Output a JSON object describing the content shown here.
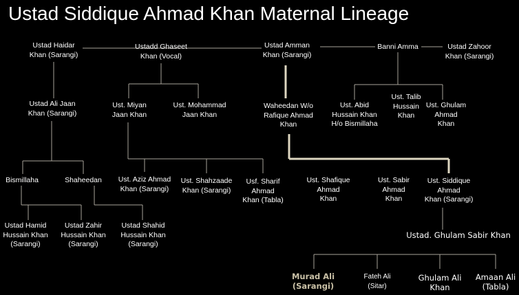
{
  "title": "Ustad Siddique Ahmad Khan Maternal Lineage",
  "colors": {
    "background": "#000000",
    "text": "#ffffff",
    "line": "#a9a49a",
    "highlight_line": "#ddd6c0",
    "highlight_text": "#c9c0a6"
  },
  "nodes": {
    "haidar": "Ustad Haidar\nKhan (Sarangi)",
    "ghaseet": "Ustadd Ghaseet\nKhan (Vocal)",
    "amman": "Ustad Amman\nKhan (Sarangi)",
    "banni_amma": "Banni Amma",
    "zahoor": "Ustad Zahoor\nKhan (Sarangi)",
    "ali_jaan": "Ustad Ali Jaan\nKhan (Sarangi)",
    "miyan_jaan": "Ust. Miyan\nJaan Khan",
    "mohammad_jaan": "Ust. Mohammad\nJaan Khan",
    "waheedan": "Waheedan W/o\nRafique Ahmad\nKhan",
    "abid": "Ust. Abid\nHussain Khan\nH/o Bismillaha",
    "talib": "Ust. Talib\nHussain\nKhan",
    "ghulam_ahmad": "Ust. Ghulam\nAhmad\nKhan",
    "bismillaha": "Bismillaha",
    "shaheedan": "Shaheedan",
    "aziz": "Ust. Aziz Ahmad\nKhan (Sarangi)",
    "shahzaade": "Ust. Shahzaade\nKhan (Sarangi)",
    "sharif": "Usf. Sharif\nAhmad\nKhan (Tabla)",
    "shafique": "Ust. Shafique\nAhmad\nKhan",
    "sabir": "Ust. Sabir\nAhmad\nKhan",
    "siddique": "Ust. Siddique\nAhmad\nKhan (Sarangi)",
    "hamid": "Ustad Hamid\nHussain Khan\n(Sarangi)",
    "zahir": "Ustad Zahir\nHussain Khan\n(Sarangi)",
    "shahid": "Ustad Shahid\nHussain Khan\n(Sarangi)",
    "ghulam_sabir": "Ustad. Ghulam Sabir Khan",
    "murad": "Murad Ali\n(Sarangi)",
    "fateh": "Fateh Ali\n(Sitar)",
    "ghulam_ali": "Ghulam Ali\nKhan",
    "amaan": "Amaan Ali\n(Tabla)"
  }
}
